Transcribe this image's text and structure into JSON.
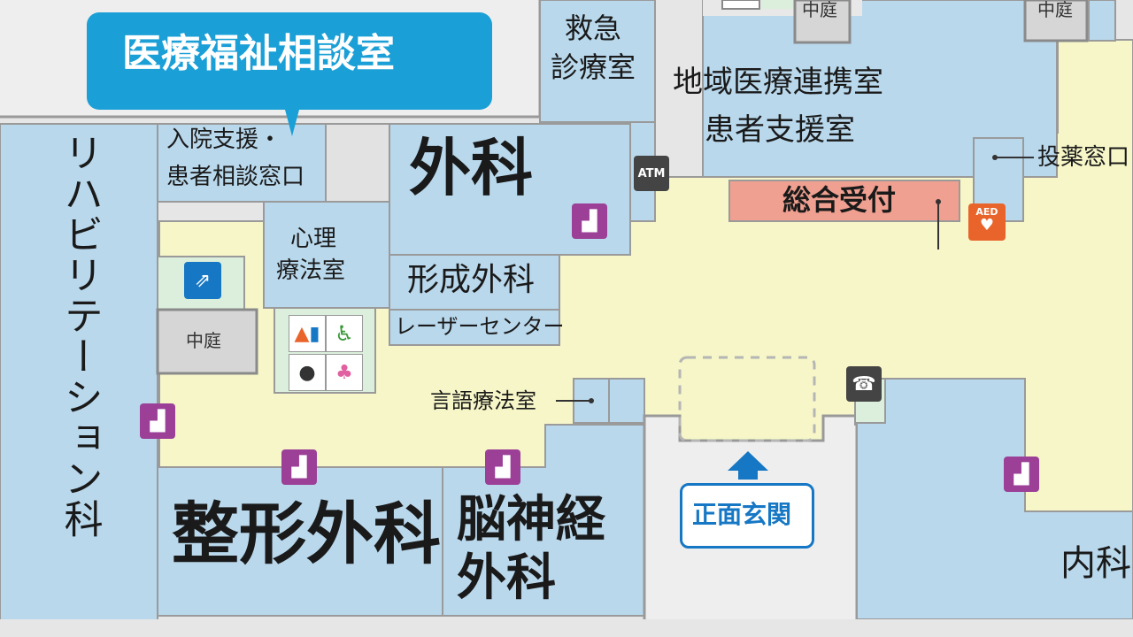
{
  "callout": {
    "title": "医療福祉相談室"
  },
  "rooms": {
    "kyukyu": [
      "救急",
      "診療室"
    ],
    "chiiki": [
      "地域医療連携室",
      "患者支援室"
    ],
    "uketsuke": "総合受付",
    "toyaku": "投薬窓口",
    "nyuin": [
      "入院支援・",
      "患者相談窓口"
    ],
    "geka": "外科",
    "shinri": [
      "心理",
      "療法室"
    ],
    "keisei": "形成外科",
    "laser": "レーザーセンター",
    "rehab": "リハビリテーション科",
    "gengo": "言語療法室",
    "seikei": "整形外科",
    "noshin": [
      "脳神経",
      "外科"
    ],
    "naika": "内科",
    "nakaniwa": "中庭",
    "shomen": "正面玄関"
  },
  "icons": {
    "atm": "ATM",
    "aed": "AED"
  },
  "colors": {
    "room": "#b9d8ec",
    "corridor": "#f6f6c8",
    "reception": "#f0a090",
    "callout": "#1a9fd6",
    "facility": "#9b3f97",
    "entrance": "#1677c4",
    "aed": "#e8642b"
  }
}
